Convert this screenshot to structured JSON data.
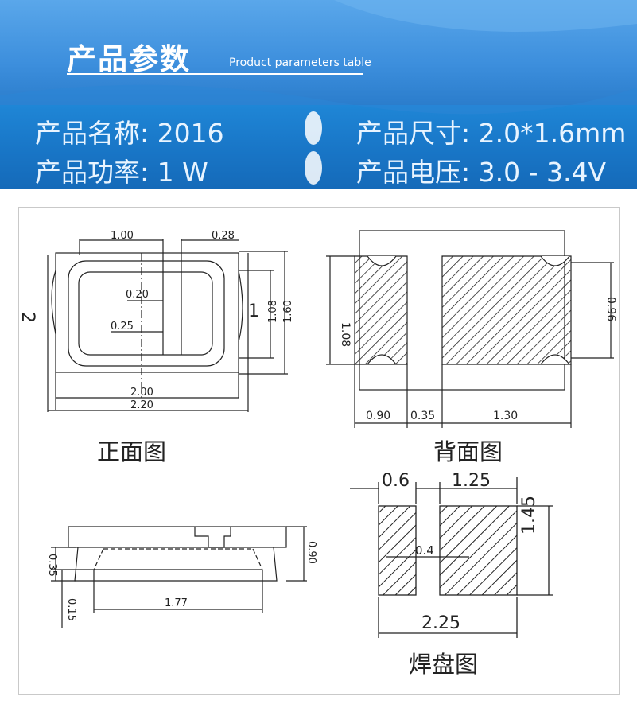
{
  "banner": {
    "title_cn": "产品参数",
    "title_en": "Product parameters table",
    "params": [
      {
        "label": "产品名称: 2016"
      },
      {
        "label": "产品尺寸: 2.0*1.6mm"
      },
      {
        "label": "产品功率: 1 W"
      },
      {
        "label": "产品电压: 3.0 - 3.4V"
      }
    ]
  },
  "diagrams": {
    "front": {
      "label": "正面图",
      "dims": {
        "d1": "1.00",
        "d2": "0.28",
        "d3": "0.20",
        "d4": "0.25",
        "d5": "2.00",
        "d6": "2.20",
        "d7": "1.08",
        "d8": "1.60",
        "pin2": "2",
        "pin1": "1"
      }
    },
    "back": {
      "label": "背面图",
      "dims": {
        "d1": "1.08",
        "d2": "0.96",
        "d3": "0.90",
        "d4": "0.35",
        "d5": "1.30"
      }
    },
    "side": {
      "dims": {
        "d1": "0.35",
        "d2": "0.15",
        "d3": "1.77",
        "d4": "0.90"
      }
    },
    "pad": {
      "label": "焊盘图",
      "dims": {
        "d1": "0.6",
        "d2": "1.25",
        "d3": "0.4",
        "d4": "1.45",
        "d5": "2.25"
      }
    }
  }
}
